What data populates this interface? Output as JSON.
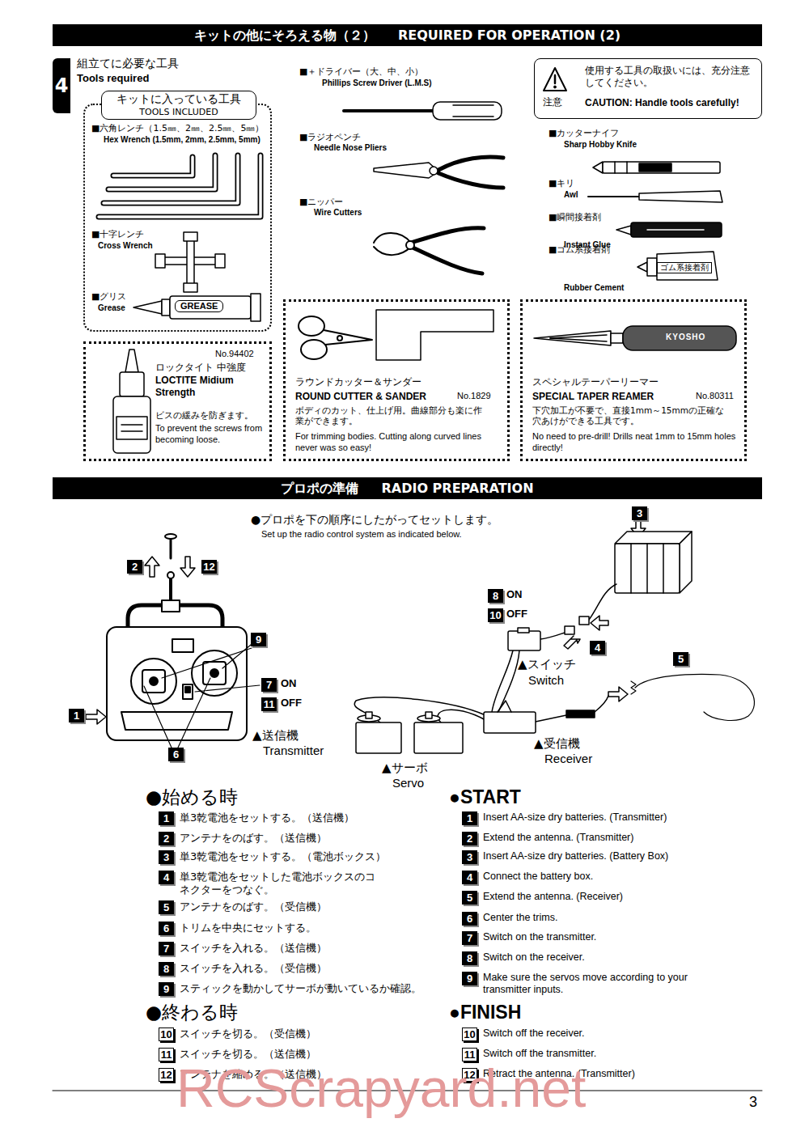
{
  "diagram": {
    "nodes": [
      {
        "text": [
          "キットの他にそろえる物（２）",
          "REQUIRED FOR OPERATION (2)"
        ]
      },
      {
        "text": [
          "4"
        ]
      },
      {
        "text": [
          "キットに入っている工具",
          "TOOLS INCLUDED"
        ]
      },
      {
        "text": [
          "注意",
          "使用する工具の取扱いには、充分注意してください。",
          "CAUTION: Handle tools carefully!"
        ]
      },
      {
        "text": [
          "No.94402",
          "ロックタイト 中強度",
          "LOCTITE Midium Strength",
          "ビスの緩みを防ぎます。",
          "To prevent the screws from becoming loose."
        ]
      },
      {
        "text": [
          "ラウンドカッター＆サンダー",
          "ROUND CUTTER & SANDER",
          "No.1829",
          "ボディのカット、仕上げ用。曲線部分も楽に作業ができます。",
          "For trimming bodies. Cutting along curved lines never was so easy!"
        ]
      },
      {
        "text": [
          "スペシャルテーパーリーマー",
          "SPECIAL TAPER REAMER",
          "No.80311",
          "下穴加工が不要で、直接1mm～15mmの正確な穴あけができる工具です。",
          "No need to pre-drill! Drills neat 1mm to 15mm holes directly!"
        ]
      },
      {
        "text": [
          "プロポの準備",
          "RADIO PREPARATION"
        ]
      }
    ],
    "labels": [
      "組立てに必要な工具",
      "Tools required",
      "■六角レンチ（1.5㎜、2㎜、2.5㎜、5㎜）",
      "Hex Wrench (1.5mm, 2mm, 2.5mm, 5mm)",
      "■十字レンチ",
      "Cross Wrench",
      "■グリス",
      "Grease",
      "GREASE",
      "■＋ドライバー（大、中、小）",
      "Phillips Screw Driver (L.M.S)",
      "■ラジオペンチ",
      "Needle Nose Pliers",
      "■ニッパー",
      "Wire Cutters",
      "■カッターナイフ",
      "Sharp Hobby Knife",
      "■キリ",
      "Awl",
      "■瞬間接着剤",
      "Instant Glue",
      "■ゴム系接着剤",
      "Rubber Cement",
      "ゴム系接着剤",
      "KYOSHO",
      "●プロポを下の順序にしたがってセットします。",
      "Set up the radio control system as indicated below.",
      "2",
      "12",
      "3",
      "9",
      "7",
      "ON",
      "11",
      "OFF",
      "1",
      "6",
      "8",
      "ON",
      "10",
      "OFF",
      "4",
      "5",
      "▲スイッチ",
      "Switch",
      "▲送信機",
      "Transmitter",
      "▲受信機",
      "Receiver",
      "▲サーボ",
      "Servo",
      "●始める時",
      "1",
      "単3乾電池をセットする。（送信機）",
      "2",
      "アンテナをのばす。（送信機）",
      "3",
      "単3乾電池をセットする。（電池ボックス）",
      "4",
      "単3乾電池をセットした電池ボックスのコネクターをつなぐ。",
      "5",
      "アンテナをのばす。（受信機）",
      "6",
      "トリムを中央にセットする。",
      "7",
      "スイッチを入れる。（送信機）",
      "8",
      "スイッチを入れる。（受信機）",
      "9",
      "スティックを動かしてサーボが動いているか確認。",
      "●終わる時",
      "10",
      "スイッチを切る。（受信機）",
      "11",
      "スイッチを切る。（送信機）",
      "12",
      "アンテナを縮める。（送信機）",
      "●START",
      "1",
      "Insert AA-size dry batteries. (Transmitter)",
      "2",
      "Extend the antenna. (Transmitter)",
      "3",
      "Insert AA-size dry batteries. (Battery Box)",
      "4",
      "Connect the battery box.",
      "5",
      "Extend the antenna. (Receiver)",
      "6",
      "Center the trims.",
      "7",
      "Switch on the transmitter.",
      "8",
      "Switch on the receiver.",
      "9",
      "Make sure the servos move according to your transmitter inputs.",
      "●FINISH",
      "10",
      "Switch off the receiver.",
      "11",
      "Switch off the transmitter.",
      "12",
      "Retract the antenna. (Transmitter)",
      "3",
      "RCScrapyard.net"
    ]
  }
}
